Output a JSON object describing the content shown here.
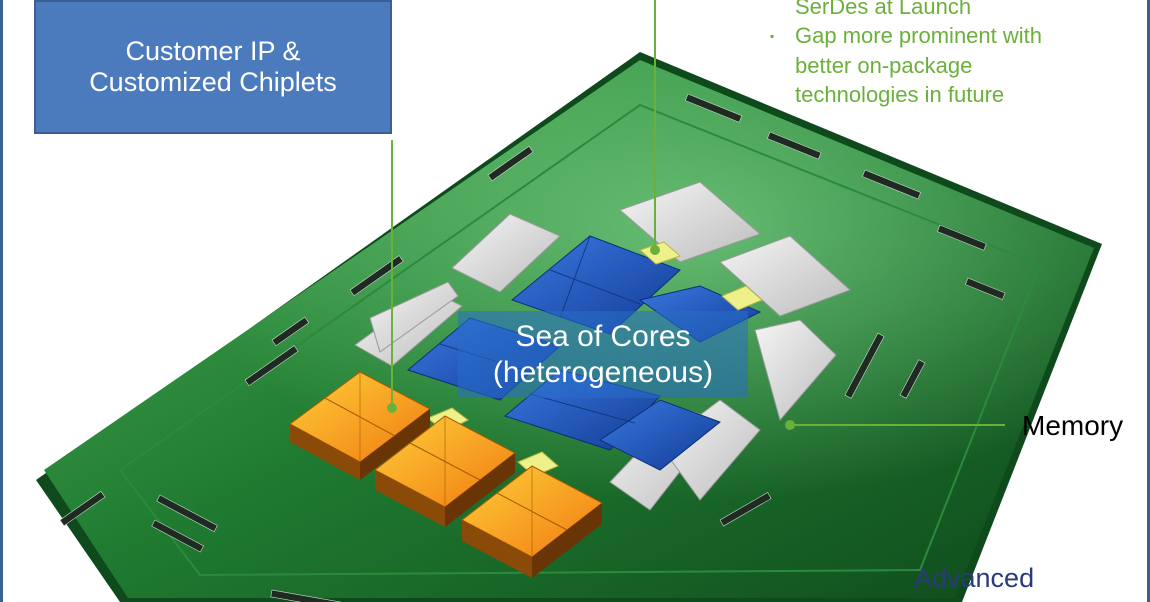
{
  "callout_customer_ip": {
    "line1": "Customer IP &",
    "line2": "Customized Chiplets"
  },
  "sea_of_cores": {
    "line1": "Sea of Cores",
    "line2": "(heterogeneous)"
  },
  "bullets": {
    "line_top": "SerDes at Launch",
    "item_line1": "Gap more prominent with",
    "item_line2": "better on-package",
    "item_line3": "technologies in future",
    "marker": "▪"
  },
  "labels": {
    "memory": "Memory",
    "advanced": "Advanced"
  },
  "colors": {
    "substrate": "#1f6f2e",
    "core_blue": "#1c4fb0",
    "chiplet_orange": "#f59a16",
    "bridge_yellow": "#eef08a",
    "text_green": "#6cb03c",
    "callout_blue": "#4c7bbd"
  }
}
